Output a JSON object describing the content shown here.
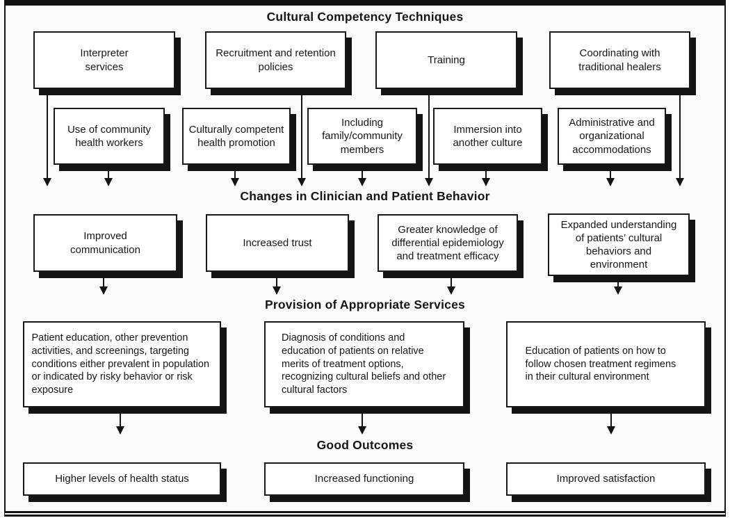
{
  "figure": {
    "title": "Cultural Competency Techniques",
    "headings": {
      "behavior": "Changes in Clinician and Patient Behavior",
      "services": "Provision of Appropriate Services",
      "outcomes": "Good Outcomes"
    },
    "techniques_row1": [
      "Interpreter services",
      "Recruitment and retention policies",
      "Training",
      "Coordinating with traditional healers"
    ],
    "techniques_row2": [
      "Use of community health workers",
      "Culturally competent health promotion",
      "Including family/community members",
      "Immersion into another culture",
      "Administrative and organizational accommodations"
    ],
    "behavior_boxes": [
      "Improved communication",
      "Increased trust",
      "Greater knowledge of differential epidemiology and treatment efficacy",
      "Expanded understanding of patients’ cultural behaviors and environment"
    ],
    "services_boxes": [
      "Patient education, other prevention activities, and screenings, targeting conditions either prevalent in population or indicated by risky behavior or risk exposure",
      "Diagnosis of conditions and education of patients on relative merits of treatment options, recognizing cultural beliefs and other cultural factors",
      "Education of patients on how to follow chosen treatment regimens in their cultural environment"
    ],
    "outcomes_boxes": [
      "Higher levels of health status",
      "Increased functioning",
      "Improved satisfaction"
    ]
  },
  "colors": {
    "ink": "#161616",
    "paper": "#ffffff",
    "shadow": "#141414",
    "background": "#fbfbfb"
  }
}
